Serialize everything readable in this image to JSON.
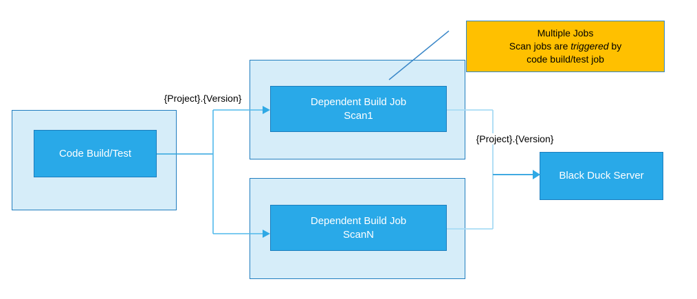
{
  "diagram": {
    "nodes": {
      "code_build_test": {
        "label": "Code Build/Test"
      },
      "scan1": {
        "line1": "Dependent Build Job",
        "line2": "Scan1"
      },
      "scan_n": {
        "line1": "Dependent Build Job",
        "line2": "ScanN"
      },
      "black_duck_server": {
        "label": "Black Duck Server"
      }
    },
    "edge_labels": {
      "project_version_top": "{Project}.{Version}",
      "project_version_right": "{Project}.{Version}"
    },
    "callout": {
      "line1": "Multiple Jobs",
      "line2_pre": "Scan jobs are ",
      "line2_italic": "triggered",
      "line2_post": " by",
      "line3": "code build/test job"
    },
    "colors": {
      "node_fill": "#29A9E8",
      "node_border": "#1B7CBC",
      "container_fill": "#D6EDF9",
      "container_border": "#1E7CBE",
      "callout_fill": "#FFC000",
      "callout_border": "#2E86C5",
      "connector_light": "#A7DBF4",
      "connector_mid": "#4FB8EB",
      "arrow": "#2FA9E5",
      "callout_leader_line": "#3A87C8",
      "node_text": "#FFFFFF",
      "label_text": "#000000"
    }
  }
}
